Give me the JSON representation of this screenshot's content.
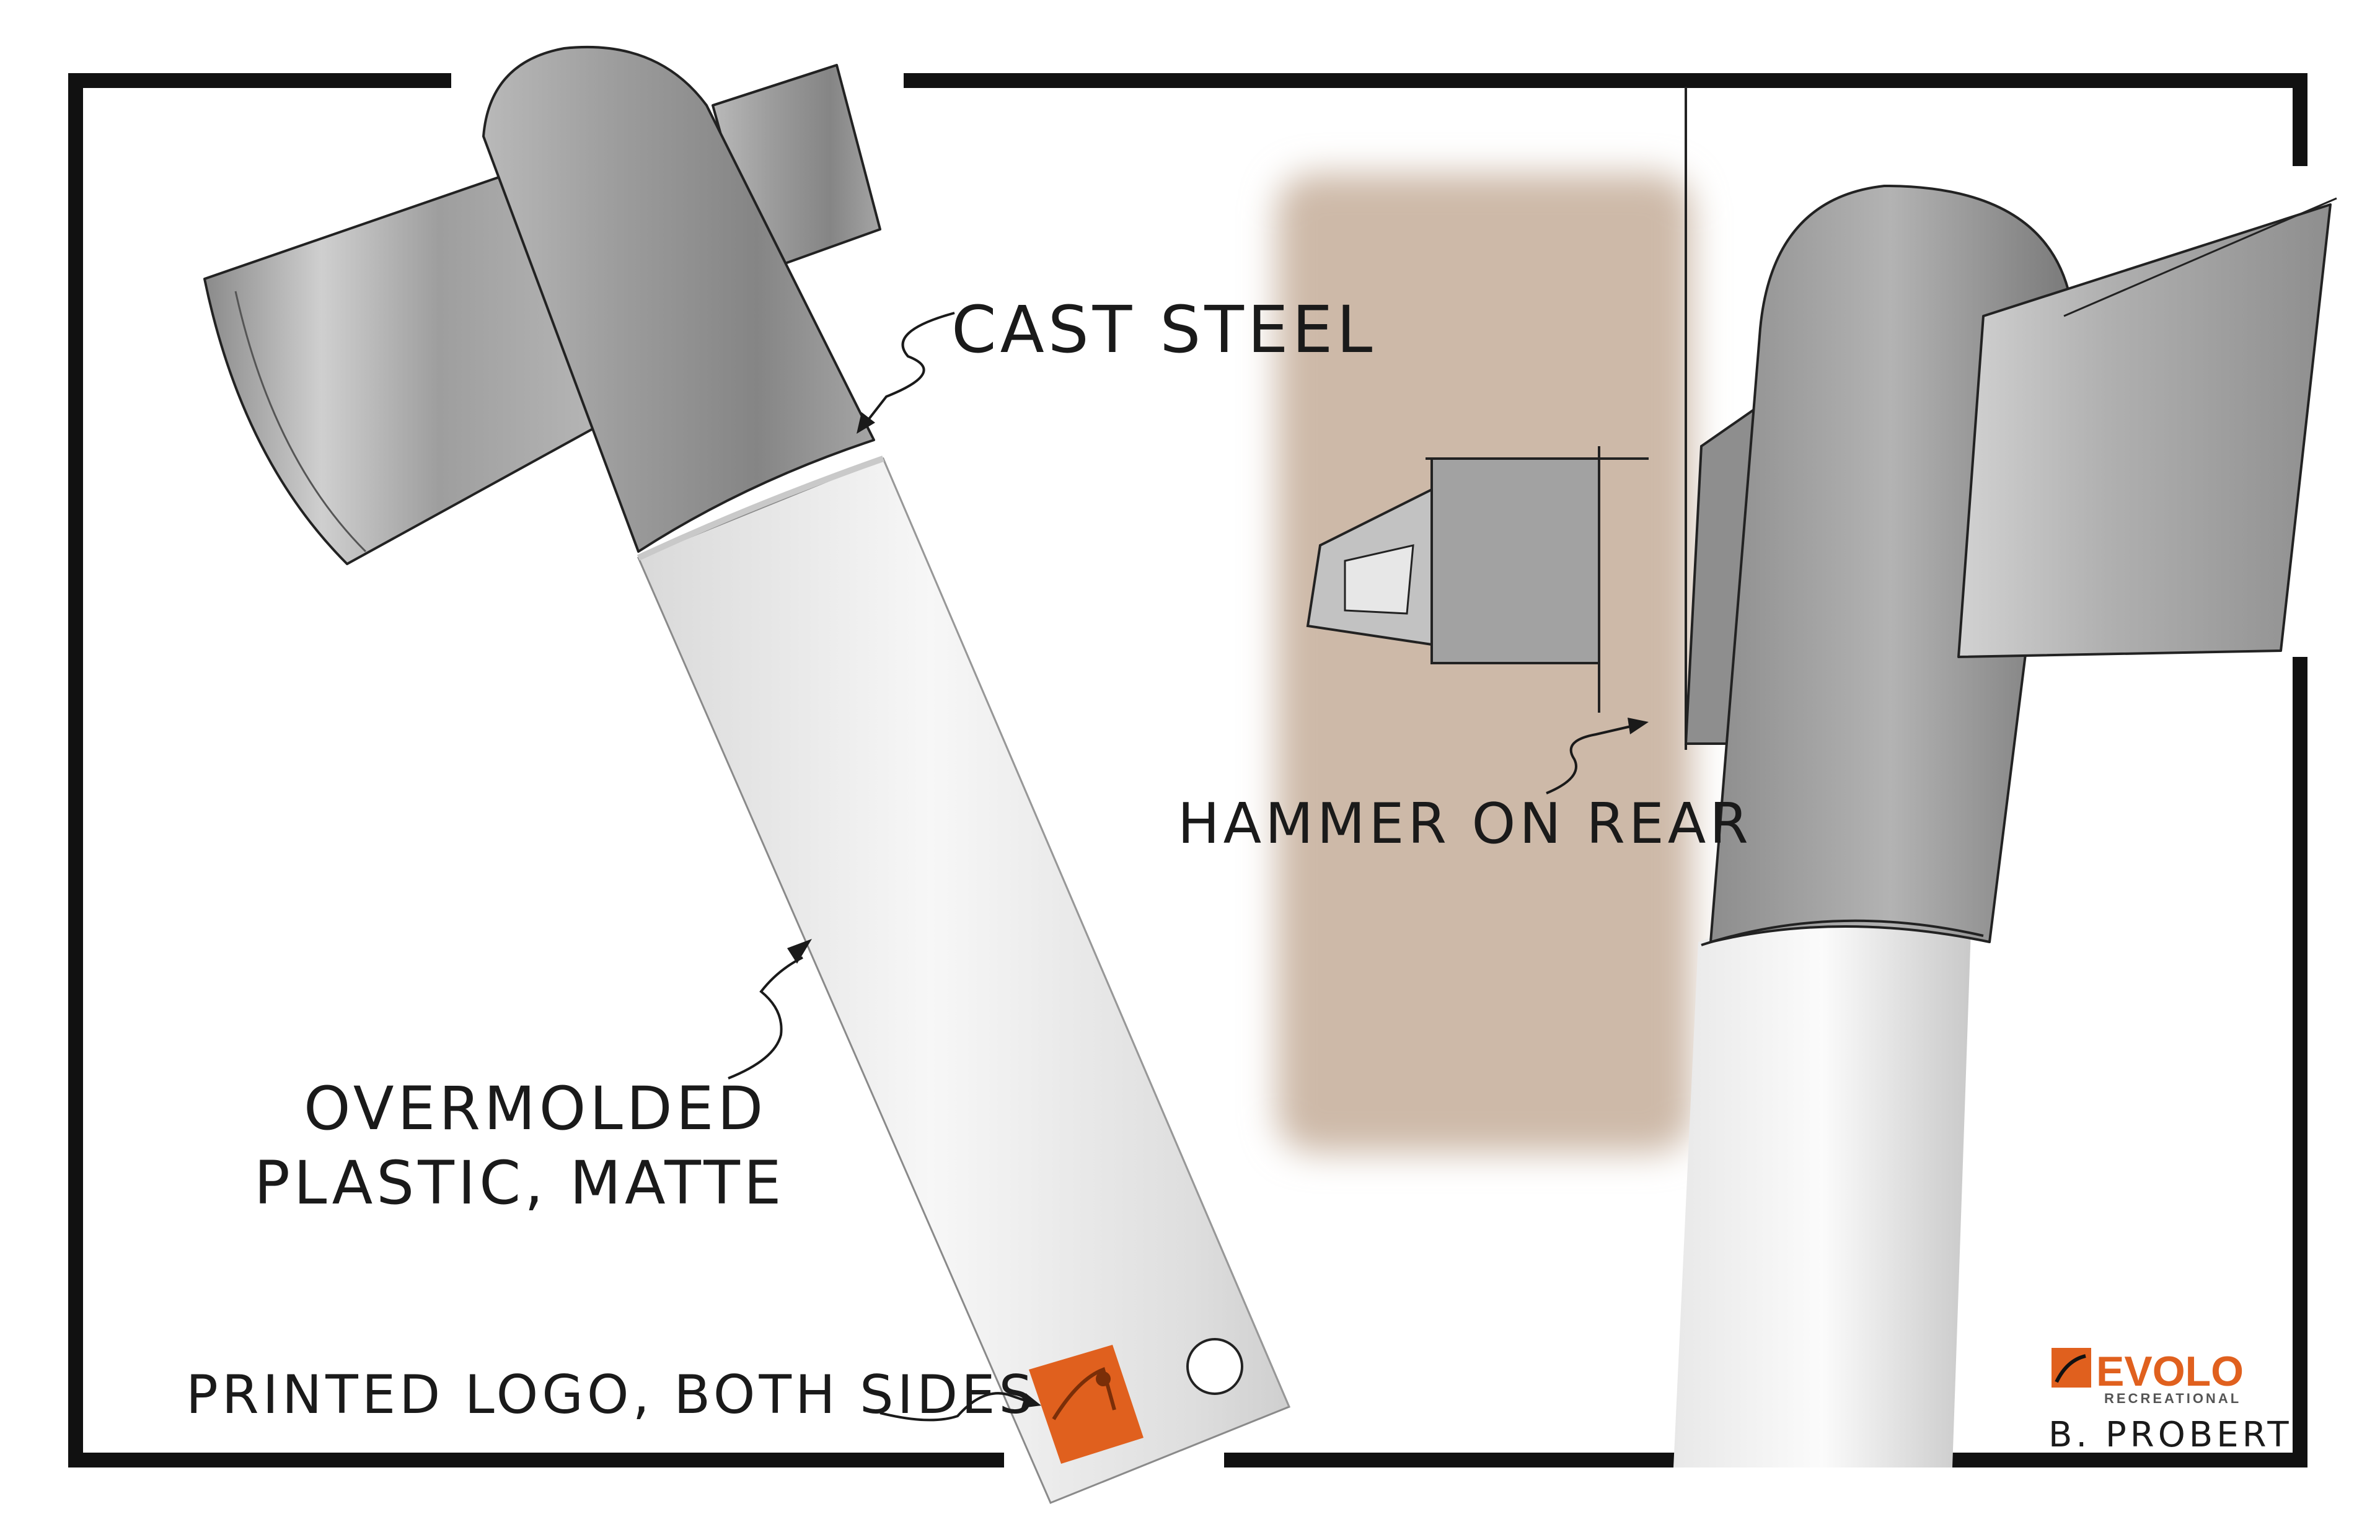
{
  "annotations": {
    "cast_steel": "CAST STEEL",
    "hammer_on_rear": "HAMMER ON REAR",
    "overmolded_line1": "OVERMOLDED",
    "overmolded_line2": "PLASTIC, MATTE",
    "printed_logo": "PRINTED LOGO, BOTH SIDES"
  },
  "brand": {
    "name": "EVOLO",
    "tagline": "RECREATIONAL",
    "designer": "B. PROBERT",
    "accent_color": "#e0601e"
  },
  "colors": {
    "steel": "#9a9a9a",
    "plastic": "#ececec",
    "backdrop": "#cdb9a8",
    "ink": "#1a1a1a"
  }
}
